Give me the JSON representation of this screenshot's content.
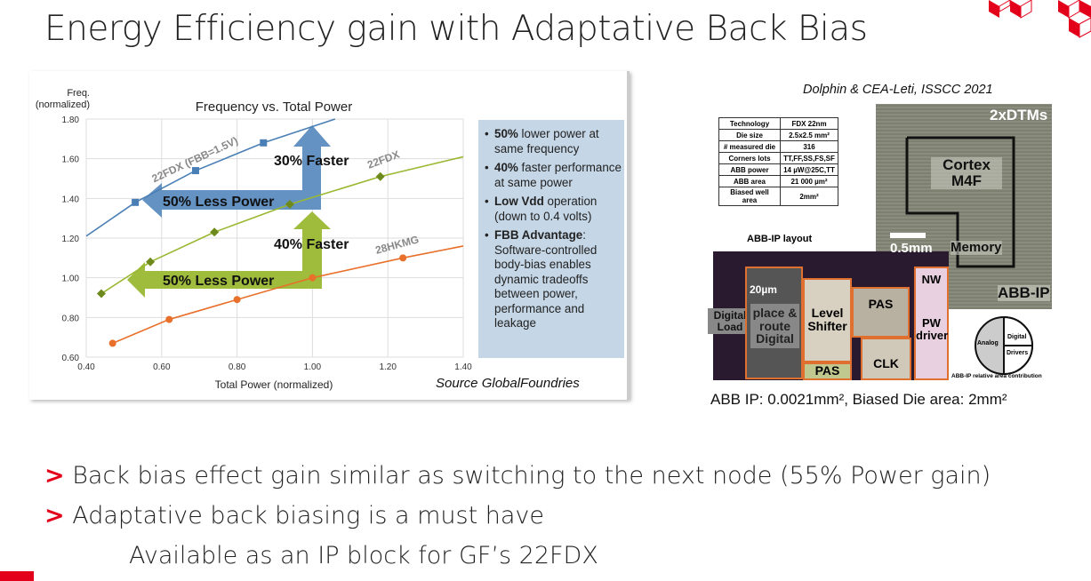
{
  "title": "Energy Efficiency gain with Adaptative Back Bias",
  "chart_data": {
    "type": "line",
    "title": "Frequency vs. Total Power",
    "xlabel": "Total Power (normalized)",
    "ylabel": "Freq. (normalized)",
    "ylabel_line1": "Freq.",
    "ylabel_line2": "(normalized)",
    "xlim": [
      0.4,
      1.4
    ],
    "ylim": [
      0.6,
      1.8
    ],
    "xticks": [
      "0.40",
      "0.60",
      "0.80",
      "1.00",
      "1.20",
      "1.40"
    ],
    "yticks": [
      "0.60",
      "0.80",
      "1.00",
      "1.20",
      "1.40",
      "1.60",
      "1.80"
    ],
    "grid": true,
    "series": [
      {
        "name": "22FDX (FBB=1.5V)",
        "color": "#4a7fb5",
        "marker": "square",
        "curve": [
          [
            0.4,
            1.21
          ],
          [
            0.53,
            1.38
          ],
          [
            0.69,
            1.54
          ],
          [
            0.87,
            1.68
          ],
          [
            1.06,
            1.8
          ]
        ],
        "points": [
          [
            0.53,
            1.38
          ],
          [
            0.69,
            1.54
          ],
          [
            0.87,
            1.68
          ]
        ]
      },
      {
        "name": "22FDX",
        "color": "#9ab831",
        "marker": "diamond",
        "curve": [
          [
            0.44,
            0.92
          ],
          [
            0.57,
            1.08
          ],
          [
            0.74,
            1.23
          ],
          [
            0.94,
            1.37
          ],
          [
            1.18,
            1.51
          ],
          [
            1.4,
            1.61
          ]
        ],
        "points": [
          [
            0.44,
            0.92
          ],
          [
            0.57,
            1.08
          ],
          [
            0.74,
            1.23
          ],
          [
            0.94,
            1.37
          ],
          [
            1.18,
            1.51
          ]
        ]
      },
      {
        "name": "28HKMG",
        "color": "#e8702a",
        "marker": "circle",
        "curve": [
          [
            0.47,
            0.67
          ],
          [
            0.62,
            0.79
          ],
          [
            0.8,
            0.89
          ],
          [
            1.0,
            1.0
          ],
          [
            1.24,
            1.1
          ],
          [
            1.4,
            1.16
          ]
        ],
        "points": [
          [
            0.47,
            0.67
          ],
          [
            0.62,
            0.79
          ],
          [
            0.8,
            0.89
          ],
          [
            1.0,
            1.0
          ],
          [
            1.24,
            1.1
          ]
        ]
      }
    ],
    "annotations": {
      "blue_faster": "30% Faster",
      "blue_power": "50% Less Power",
      "green_faster": "40% Faster",
      "green_power": "50% Less Power"
    }
  },
  "sidebox": [
    {
      "bold": "50%",
      "text": " lower power at same frequency"
    },
    {
      "bold": "40%",
      "text": " faster performance at same power"
    },
    {
      "bold": "Low Vdd",
      "text": " operation (down to 0.4 volts)"
    },
    {
      "bold": "FBB Advantage",
      "text": ": Software-controlled body-bias enables dynamic tradeoffs between power, performance and leakage"
    }
  ],
  "source": "Source GlobalFoundries",
  "credit": "Dolphin & CEA-Leti, ISSCC 2021",
  "table": [
    [
      "Technology",
      "FDX 22nm"
    ],
    [
      "Die size",
      "2.5x2.5 mm²"
    ],
    [
      "# measured die",
      "316"
    ],
    [
      "Corners lots",
      "TT,FF,SS,FS,SF"
    ],
    [
      "ABB power",
      "14 µW@25C,TT"
    ],
    [
      "ABB area",
      "21 000 µm²"
    ],
    [
      "Biased well area",
      "2mm²"
    ]
  ],
  "die": {
    "dtms": "2xDTMs",
    "cortex": "Cortex M4F",
    "memory": "Memory",
    "scale": "0.5mm",
    "abbip": "ABB-IP"
  },
  "layout": {
    "title": "ABB-IP layout",
    "digital_load": "Digital Load",
    "scale": "20µm",
    "pnr": "place & route Digital",
    "level_shifter": "Level Shifter",
    "pas1": "PAS",
    "pas2": "PAS",
    "clk": "CLK",
    "nw": "NW",
    "pw": "PW driver"
  },
  "pie": {
    "analog": "Analog",
    "digital": "Digital",
    "drivers": "Drivers",
    "caption": "ABB-IP relative area contribution"
  },
  "abb_caption": "ABB IP: 0.0021mm², Biased Die area: 2mm²",
  "bullets": [
    {
      "marker": ">",
      "text": "Back bias effect gain similar as switching to the next node (55% Power gain)"
    },
    {
      "marker": ">",
      "text": "Adaptative back biasing is a must have"
    },
    {
      "marker": "",
      "text": "Available as an IP block for GF’s 22FDX"
    }
  ],
  "colors": {
    "accent": "#e2001a",
    "box": "#c5d6e6"
  }
}
